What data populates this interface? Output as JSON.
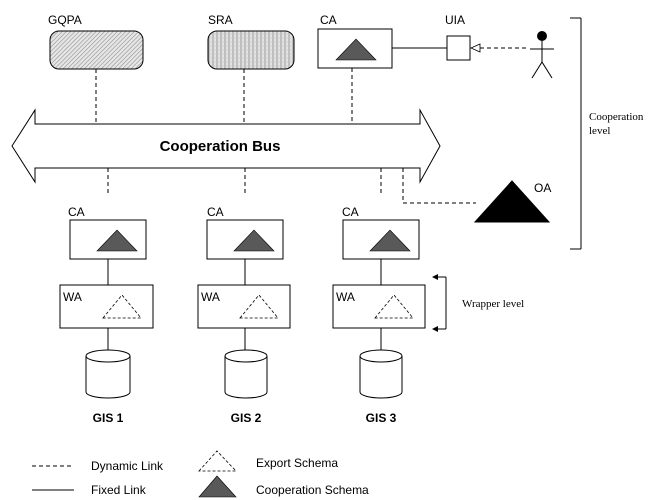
{
  "agents": {
    "gqpa": "GQPA",
    "sra": "SRA",
    "ca_top": "CA",
    "uia": "UIA",
    "oa": "OA"
  },
  "bus": {
    "label": "Cooperation Bus"
  },
  "levels": {
    "cooperation": [
      "Cooperation",
      "level"
    ],
    "wrapper": "Wrapper level"
  },
  "columns": [
    {
      "ca": "CA",
      "wa": "WA",
      "gis": "GIS 1"
    },
    {
      "ca": "CA",
      "wa": "WA",
      "gis": "GIS 2"
    },
    {
      "ca": "CA",
      "wa": "WA",
      "gis": "GIS 3"
    }
  ],
  "legend": {
    "dynamic_link": "Dynamic Link",
    "fixed_link": "Fixed Link",
    "export_schema": "Export Schema",
    "cooperation_schema": "Cooperation Schema"
  },
  "colors": {
    "schema_fill": "#595959",
    "oa_fill": "#000000"
  }
}
